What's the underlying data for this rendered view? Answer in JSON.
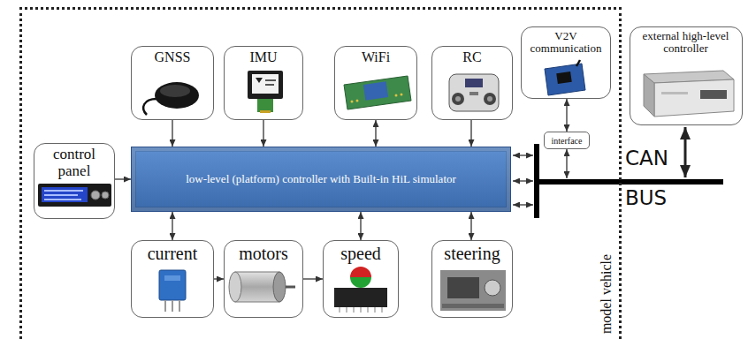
{
  "diagram": {
    "nodes": [
      {
        "text": [
          "model vehicle"
        ]
      },
      {
        "text": [
          "GNSS"
        ],
        "in": 0
      },
      {
        "text": [
          "IMU"
        ],
        "in": 0
      },
      {
        "text": [
          "WiFi"
        ],
        "in": 0
      },
      {
        "text": [
          "RC"
        ],
        "in": 0
      },
      {
        "text": [
          "V2V communication"
        ],
        "in": 0
      },
      {
        "text": [
          "external high-level controller"
        ]
      },
      {
        "text": [
          "control panel"
        ],
        "in": 0
      },
      {
        "text": [
          "low-level (platform) controller with Built-in HiL simulator"
        ],
        "in": 0
      },
      {
        "text": [
          "interface"
        ],
        "in": 0
      },
      {
        "text": [
          "current"
        ],
        "in": 0
      },
      {
        "text": [
          "motors"
        ],
        "in": 0
      },
      {
        "text": [
          "speed"
        ],
        "in": 0
      },
      {
        "text": [
          "steering"
        ],
        "in": 0
      }
    ],
    "edges": [
      {
        "from": 1,
        "to": 8,
        "arrow": "to"
      },
      {
        "from": 2,
        "to": 8,
        "arrow": "to"
      },
      {
        "from": 3,
        "to": 8,
        "arrow": "both"
      },
      {
        "from": 4,
        "to": 8,
        "arrow": "to"
      },
      {
        "from": 7,
        "to": 8,
        "arrow": "to"
      },
      {
        "from": 8,
        "to": 10,
        "arrow": "both"
      },
      {
        "from": 10,
        "to": 11,
        "arrow": "to"
      },
      {
        "from": 11,
        "to": 12,
        "arrow": "to"
      },
      {
        "from": 12,
        "to": 8,
        "arrow": "both"
      },
      {
        "from": 13,
        "to": 8,
        "arrow": "both"
      },
      {
        "from": 5,
        "to": 9,
        "arrow": "both"
      }
    ],
    "labels": [
      "CAN",
      "BUS"
    ]
  }
}
